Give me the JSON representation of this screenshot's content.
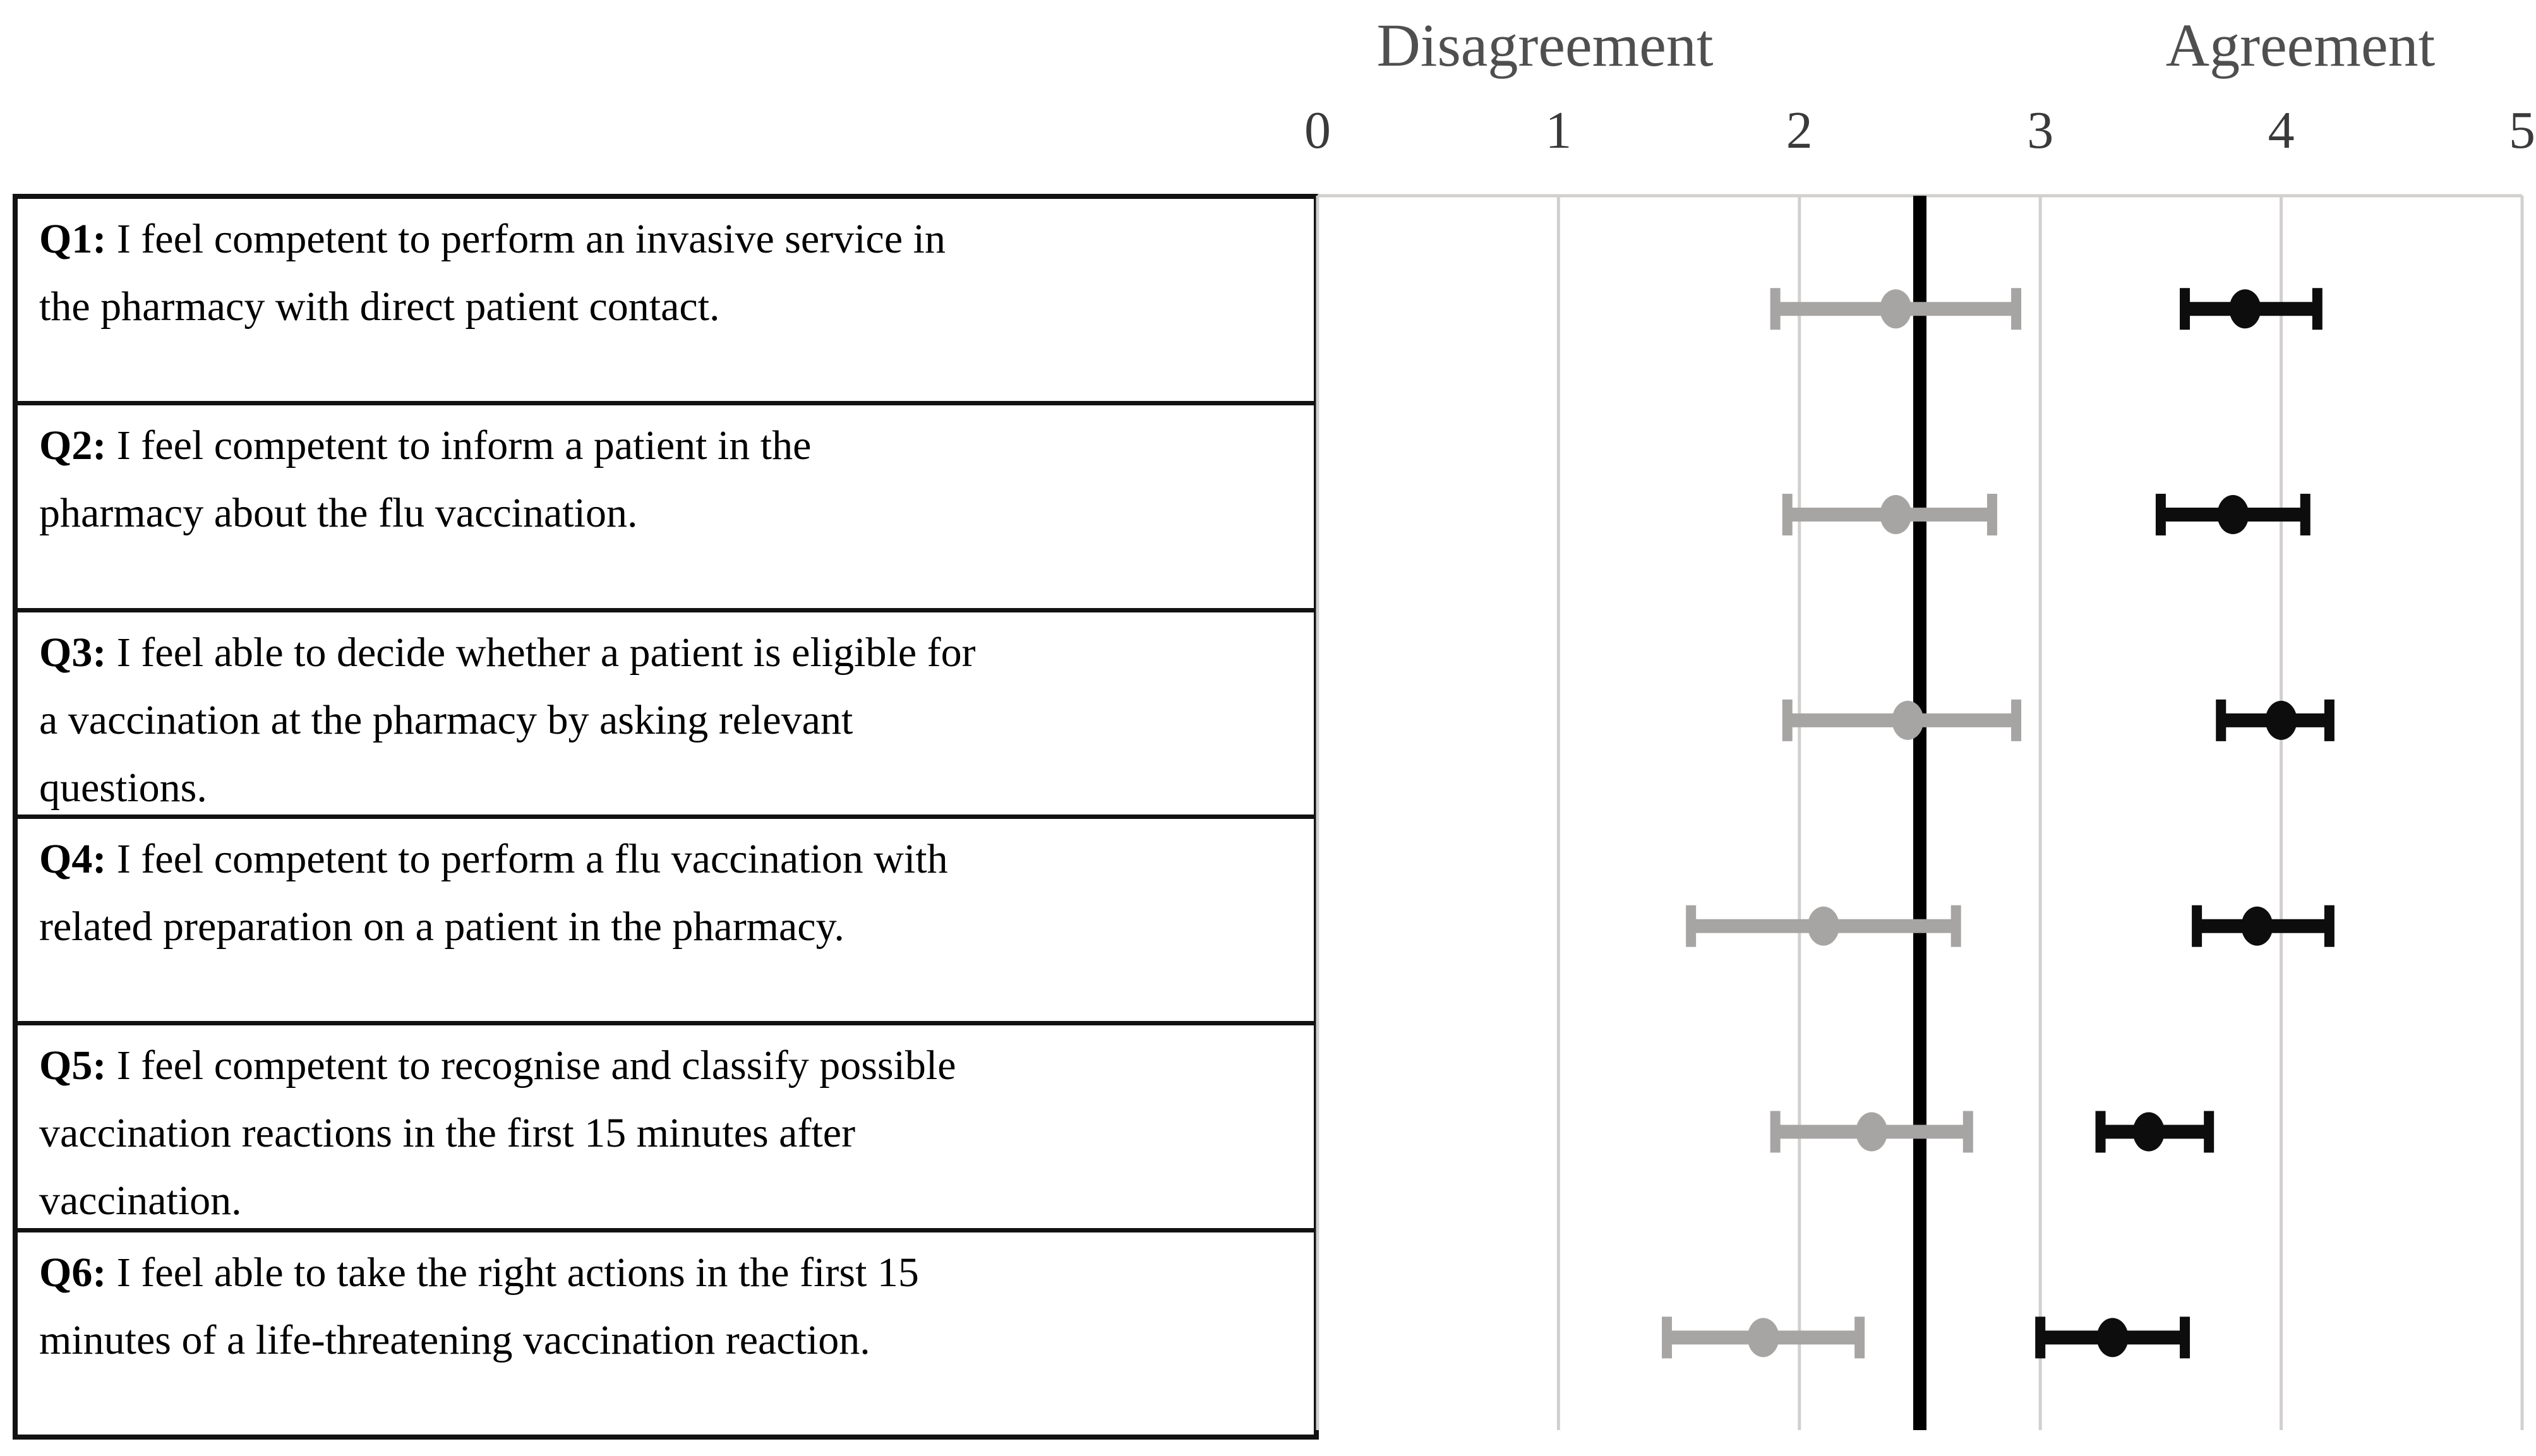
{
  "figure": {
    "header": {
      "left_label": "Disagreement",
      "right_label": "Agreement"
    },
    "colors": {
      "background": "#ffffff",
      "table_border": "#121212",
      "question_text": "#000000",
      "header_label_text": "#4f4f4f",
      "tick_label_text": "#3a3a3a",
      "gridline": "#d2d0ce",
      "reference_line": "#000000",
      "gray_series": "#a7a5a4",
      "black_series": "#0d0d0d"
    }
  },
  "chart_data": {
    "type": "scatter",
    "variant": "forest-plot: mean dot with horizontal error bars per question row",
    "x_axis": {
      "min": 0,
      "max": 5,
      "ticks": [
        0,
        1,
        2,
        3,
        4,
        5
      ],
      "reference_line_x": 2.5,
      "grid": true,
      "section_labels": [
        "Disagreement",
        "Agreement"
      ]
    },
    "categories": [
      "Q1",
      "Q2",
      "Q3",
      "Q4",
      "Q5",
      "Q6"
    ],
    "questions": [
      {
        "id": "Q1:",
        "text": "I feel competent to perform an invasive service in\nthe pharmacy with direct patient contact."
      },
      {
        "id": "Q2:",
        "text": "I feel competent to inform a patient in the\npharmacy about the flu vaccination."
      },
      {
        "id": "Q3:",
        "text": "I feel able to decide whether a patient is eligible for\na vaccination at the pharmacy by asking relevant\nquestions."
      },
      {
        "id": "Q4:",
        "text": "I feel competent to perform a flu vaccination with\nrelated preparation on a patient in the pharmacy."
      },
      {
        "id": "Q5:",
        "text": "I feel competent to recognise and classify possible\nvaccination reactions in the first 15 minutes after\nvaccination."
      },
      {
        "id": "Q6:",
        "text": "I feel able to take the right actions in the first 15\nminutes of a life-threatening vaccination reaction."
      }
    ],
    "series": [
      {
        "name": "gray-series",
        "color": "#a7a5a4",
        "points": [
          {
            "mean": 2.4,
            "lo": 1.9,
            "hi": 2.9
          },
          {
            "mean": 2.4,
            "lo": 1.95,
            "hi": 2.8
          },
          {
            "mean": 2.45,
            "lo": 1.95,
            "hi": 2.9
          },
          {
            "mean": 2.1,
            "lo": 1.55,
            "hi": 2.65
          },
          {
            "mean": 2.3,
            "lo": 1.9,
            "hi": 2.7
          },
          {
            "mean": 1.85,
            "lo": 1.45,
            "hi": 2.25
          }
        ]
      },
      {
        "name": "black-series",
        "color": "#0d0d0d",
        "points": [
          {
            "mean": 3.85,
            "lo": 3.6,
            "hi": 4.15
          },
          {
            "mean": 3.8,
            "lo": 3.5,
            "hi": 4.1
          },
          {
            "mean": 4.0,
            "lo": 3.75,
            "hi": 4.2
          },
          {
            "mean": 3.9,
            "lo": 3.65,
            "hi": 4.2
          },
          {
            "mean": 3.45,
            "lo": 3.25,
            "hi": 3.7
          },
          {
            "mean": 3.3,
            "lo": 3.0,
            "hi": 3.6
          }
        ]
      }
    ]
  }
}
